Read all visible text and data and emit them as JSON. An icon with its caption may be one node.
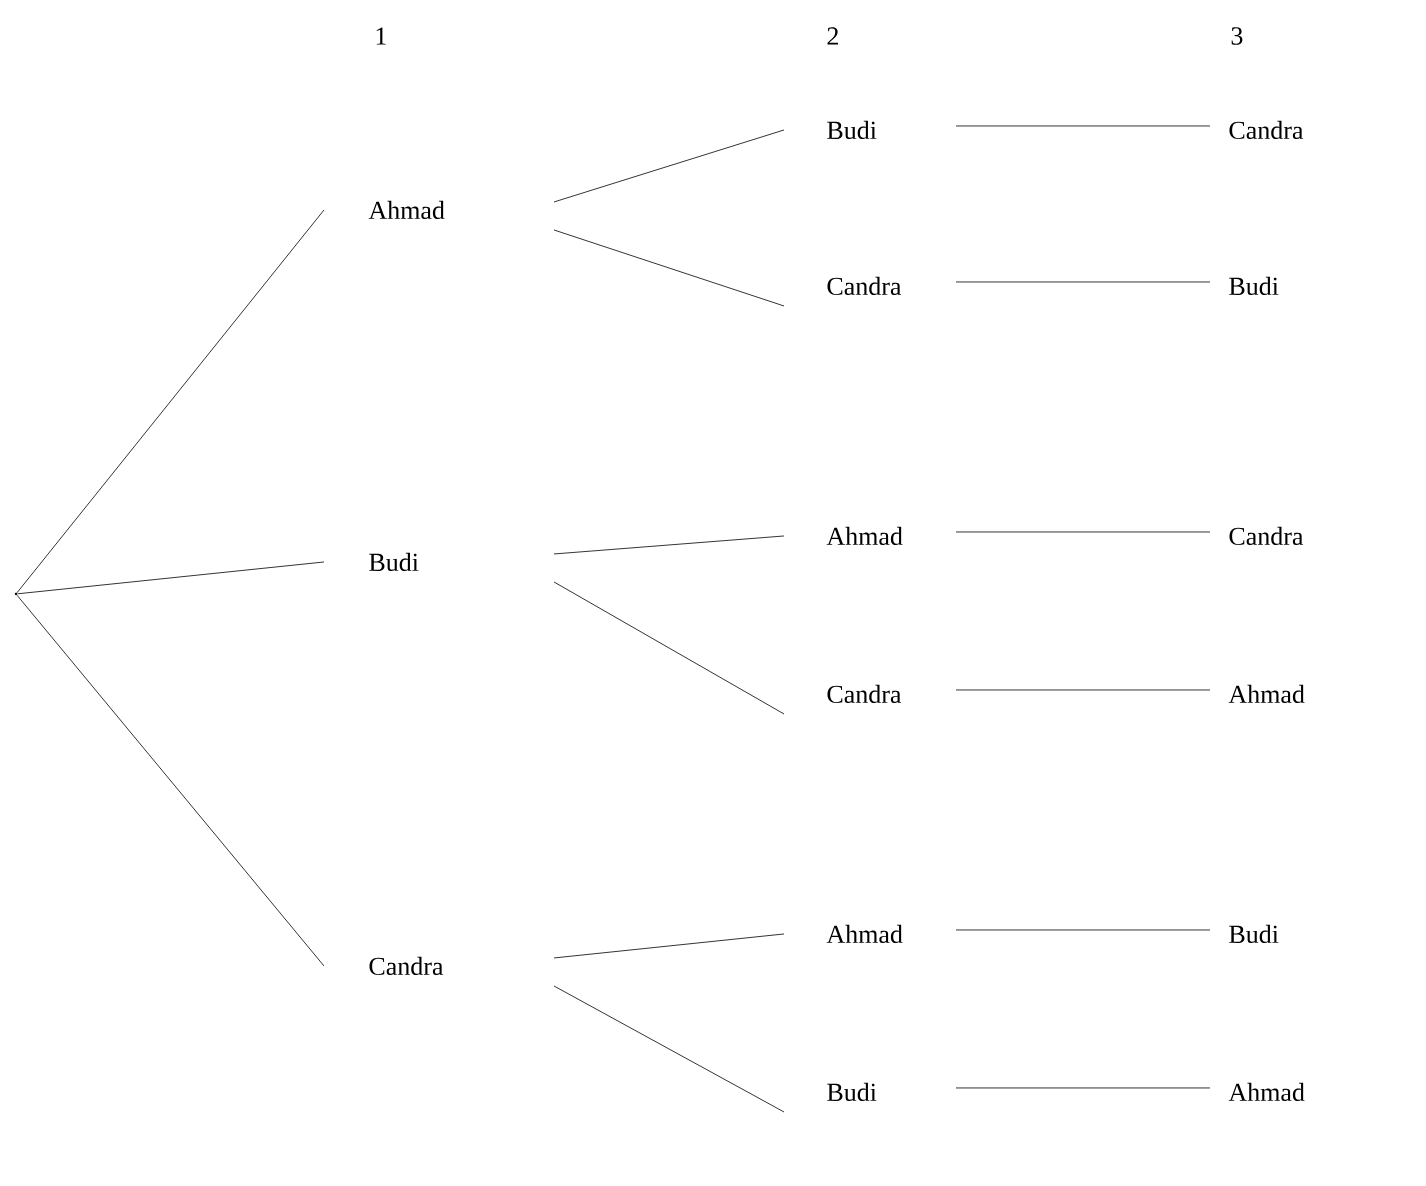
{
  "diagram": {
    "nodes": [
      {
        "text": [],
        "shape": "point"
      },
      {
        "text": [
          "Ahmad"
        ]
      },
      {
        "text": [
          "Budi"
        ]
      },
      {
        "text": [
          "Candra"
        ]
      },
      {
        "text": [
          "Budi"
        ]
      },
      {
        "text": [
          "Candra"
        ]
      },
      {
        "text": [
          "Ahmad"
        ]
      },
      {
        "text": [
          "Candra"
        ]
      },
      {
        "text": [
          "Ahmad"
        ]
      },
      {
        "text": [
          "Budi"
        ]
      },
      {
        "text": [
          "Candra"
        ]
      },
      {
        "text": [
          "Budi"
        ]
      },
      {
        "text": [
          "Candra"
        ]
      },
      {
        "text": [
          "Ahmad"
        ]
      },
      {
        "text": [
          "Budi"
        ]
      },
      {
        "text": [
          "Ahmad"
        ]
      }
    ],
    "edges": [
      {
        "from": 0,
        "to": 1,
        "arrow": "none"
      },
      {
        "from": 0,
        "to": 2,
        "arrow": "none"
      },
      {
        "from": 0,
        "to": 3,
        "arrow": "none"
      },
      {
        "from": 1,
        "to": 4,
        "arrow": "none"
      },
      {
        "from": 1,
        "to": 5,
        "arrow": "none"
      },
      {
        "from": 2,
        "to": 6,
        "arrow": "none"
      },
      {
        "from": 2,
        "to": 7,
        "arrow": "none"
      },
      {
        "from": 3,
        "to": 8,
        "arrow": "none"
      },
      {
        "from": 3,
        "to": 9,
        "arrow": "none"
      },
      {
        "from": 4,
        "to": 10,
        "arrow": "none"
      },
      {
        "from": 5,
        "to": 11,
        "arrow": "none"
      },
      {
        "from": 6,
        "to": 12,
        "arrow": "none"
      },
      {
        "from": 7,
        "to": 13,
        "arrow": "none"
      },
      {
        "from": 8,
        "to": 14,
        "arrow": "none"
      },
      {
        "from": 9,
        "to": 15,
        "arrow": "none"
      }
    ],
    "labels": [
      "1",
      "2",
      "3"
    ]
  }
}
